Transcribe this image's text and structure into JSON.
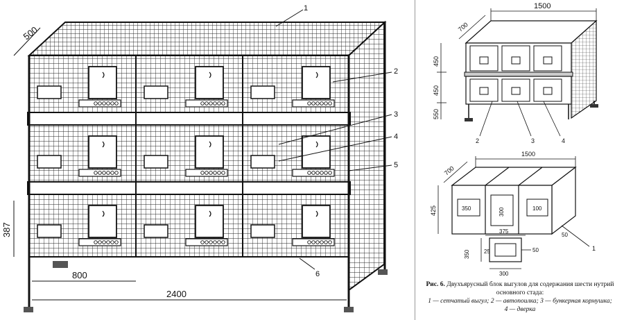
{
  "left_drawing": {
    "dim_depth": "500",
    "dim_height": "387",
    "dim_offset": "800",
    "dim_length": "2400",
    "callouts": [
      "1",
      "2",
      "3",
      "4",
      "5",
      "6"
    ]
  },
  "right_top": {
    "dim_length": "1500",
    "dim_depth": "700",
    "dim_h1": "450",
    "dim_h2": "450",
    "dim_h3": "550",
    "callouts": [
      "2",
      "3",
      "4"
    ]
  },
  "right_bottom": {
    "dim_length": "1500",
    "dim_depth": "700",
    "dim_height": "425",
    "dim_opening_w": "350",
    "dim_opening_h": "300",
    "dim_100": "100",
    "dim_50a": "50",
    "callout": "1",
    "dim_375": "375",
    "dim_350": "350",
    "dim_25": "25",
    "dim_50b": "50",
    "dim_300": "300"
  },
  "caption": {
    "title_bold": "Рис. 6.",
    "title": "Двухъярусный блок выгулов для содержания шести нутрий основного стада:",
    "legend_line1": "1 — сетчатый выгул; 2 — автопоилка; 3 — бункерная кормушка;",
    "legend_line2": "4 — дверка"
  }
}
